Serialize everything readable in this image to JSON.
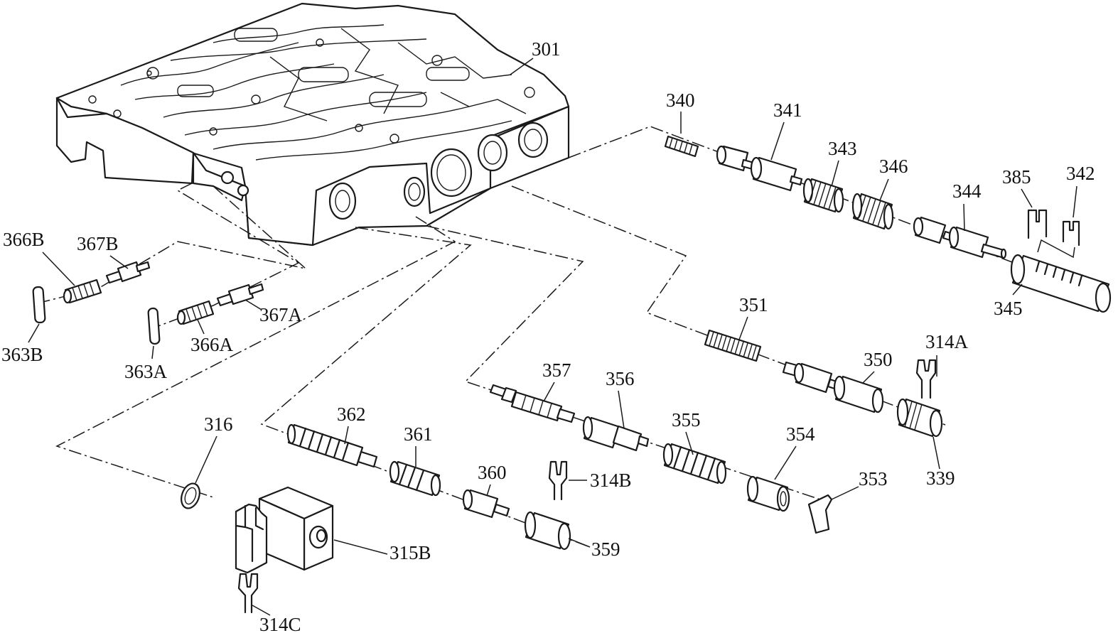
{
  "labels": {
    "p301": "301",
    "p340": "340",
    "p341": "341",
    "p343": "343",
    "p346": "346",
    "p344": "344",
    "p385": "385",
    "p342": "342",
    "p345": "345",
    "p351": "351",
    "p350": "350",
    "p314A": "314A",
    "p339": "339",
    "p357": "357",
    "p356": "356",
    "p355": "355",
    "p354": "354",
    "p353": "353",
    "p362": "362",
    "p361": "361",
    "p360": "360",
    "p314B": "314B",
    "p359": "359",
    "p316": "316",
    "p315B": "315B",
    "p314C": "314C",
    "p366B": "366B",
    "p367B": "367B",
    "p363B": "363B",
    "p366A": "366A",
    "p367A": "367A",
    "p363A": "363A"
  }
}
